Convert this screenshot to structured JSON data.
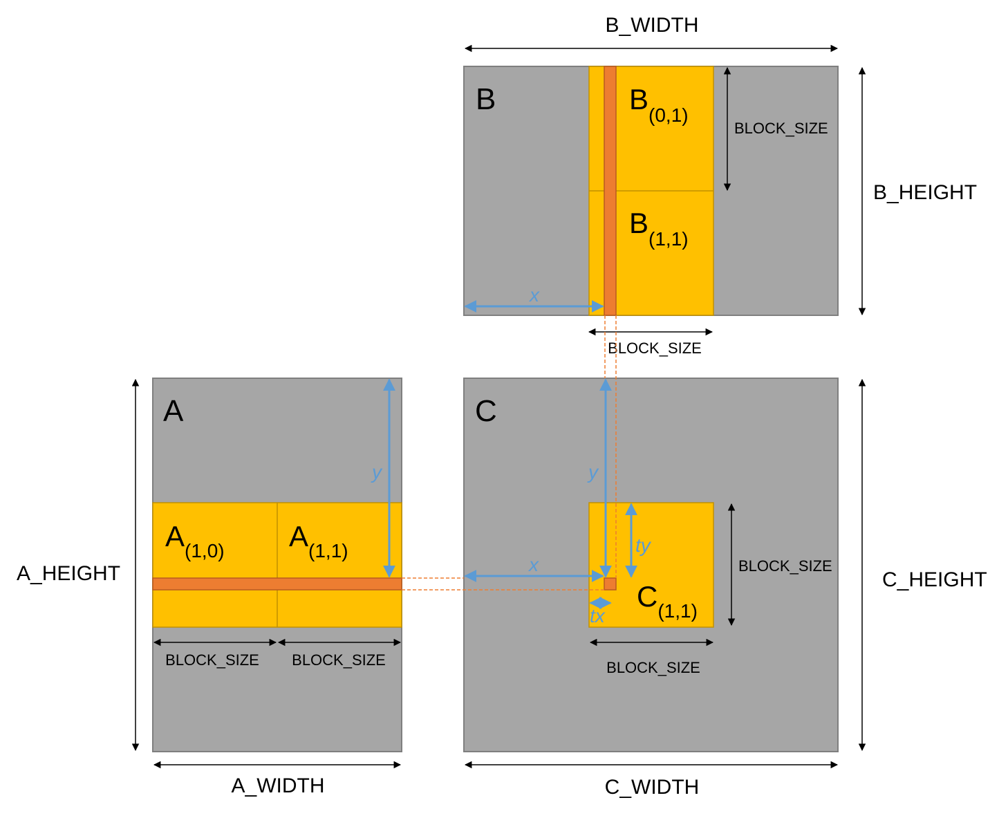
{
  "colors": {
    "matrix": "#a6a6a6",
    "matrix_border": "#7f7f7f",
    "block": "#ffc000",
    "block_border": "#c09000",
    "strip": "#ed7d31",
    "strip_border": "#b85a20",
    "index_arrow": "#5b9bd5",
    "dim_arrow": "#000000"
  },
  "matrices": {
    "b": {
      "name": "B",
      "width_label": "B_WIDTH",
      "height_label": "B_HEIGHT",
      "blocks": [
        {
          "main": "B",
          "sub": "(0,1)"
        },
        {
          "main": "B",
          "sub": "(1,1)"
        }
      ],
      "block_size_right": "BLOCK_SIZE",
      "block_size_bottom": "BLOCK_SIZE",
      "x_label": "x"
    },
    "a": {
      "name": "A",
      "width_label": "A_WIDTH",
      "height_label": "A_HEIGHT",
      "blocks": [
        {
          "main": "A",
          "sub": "(1,0)"
        },
        {
          "main": "A",
          "sub": "(1,1)"
        }
      ],
      "block_size_left": "BLOCK_SIZE",
      "block_size_right": "BLOCK_SIZE",
      "y_label": "y"
    },
    "c": {
      "name": "C",
      "width_label": "C_WIDTH",
      "height_label": "C_HEIGHT",
      "block": {
        "main": "C",
        "sub": "(1,1)"
      },
      "block_size_right": "BLOCK_SIZE",
      "block_size_bottom": "BLOCK_SIZE",
      "x_label": "x",
      "y_label": "y",
      "tx_label": "tx",
      "ty_label": "ty"
    }
  }
}
